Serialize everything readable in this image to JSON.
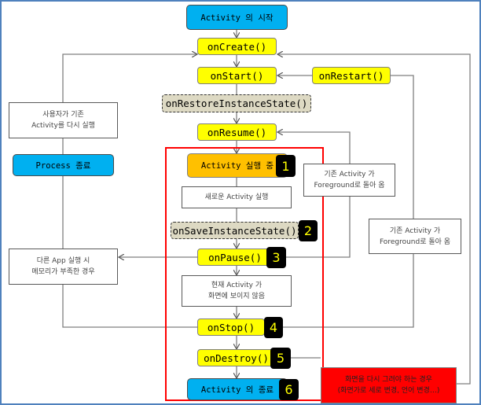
{
  "nodes": {
    "start": "Activity 의 시작",
    "on_create": "onCreate()",
    "on_start": "onStart()",
    "on_restart": "onRestart()",
    "on_restore": "onRestoreInstanceState()",
    "on_resume": "onResume()",
    "running": "Activity 실행 중",
    "new_activity": "새로운 Activity 실행",
    "on_save": "onSaveInstanceState()",
    "on_pause": "onPause()",
    "not_visible_1": "현재 Activity 가",
    "not_visible_2": "화면에 보이지 않음",
    "on_stop": "onStop()",
    "on_destroy": "onDestroy()",
    "end": "Activity 의 종료"
  },
  "side_notes": {
    "user_reruns_1": "사용자가 기존",
    "user_reruns_2": "Activity를 다시 실행",
    "process_killed": "Process 종료",
    "low_memory_1": "다른 App 실행 시",
    "low_memory_2": "메모리가 부족한 경우",
    "foreground_a_1": "기존 Activity 가",
    "foreground_a_2": "Foreground로 돌아 옴",
    "foreground_b_1": "기존 Activity 가",
    "foreground_b_2": "Foreground로 돌아 옴",
    "redraw_1": "화면을 다시 그려야 하는 경우",
    "redraw_2": "(화면가로 세로 변경, 언어 변경…)"
  },
  "badges": [
    "1",
    "2",
    "3",
    "4",
    "5",
    "6"
  ],
  "colors": {
    "method": "#ffff00",
    "terminal": "#00b0f0",
    "running": "#ffc000",
    "optional": "#ddd9c3",
    "highlight": "#ff0000",
    "frame": "#4f81bd"
  }
}
